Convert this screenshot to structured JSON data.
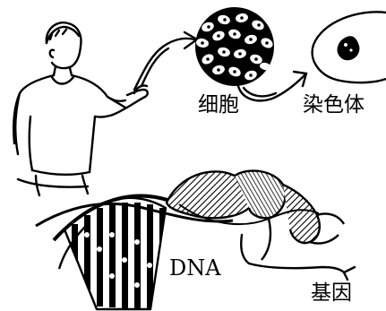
{
  "labels": {
    "cell": "细胞",
    "chromosome": "染色体",
    "dna": "DNA",
    "gene": "基因"
  },
  "colors": {
    "ink": "#000000",
    "paper": "#ffffff"
  },
  "icons": {
    "person": "person-holding-icon",
    "cell": "cell-cluster-icon",
    "chromosome": "cell-nucleus-icon",
    "dna": "dna-helix-icon"
  }
}
